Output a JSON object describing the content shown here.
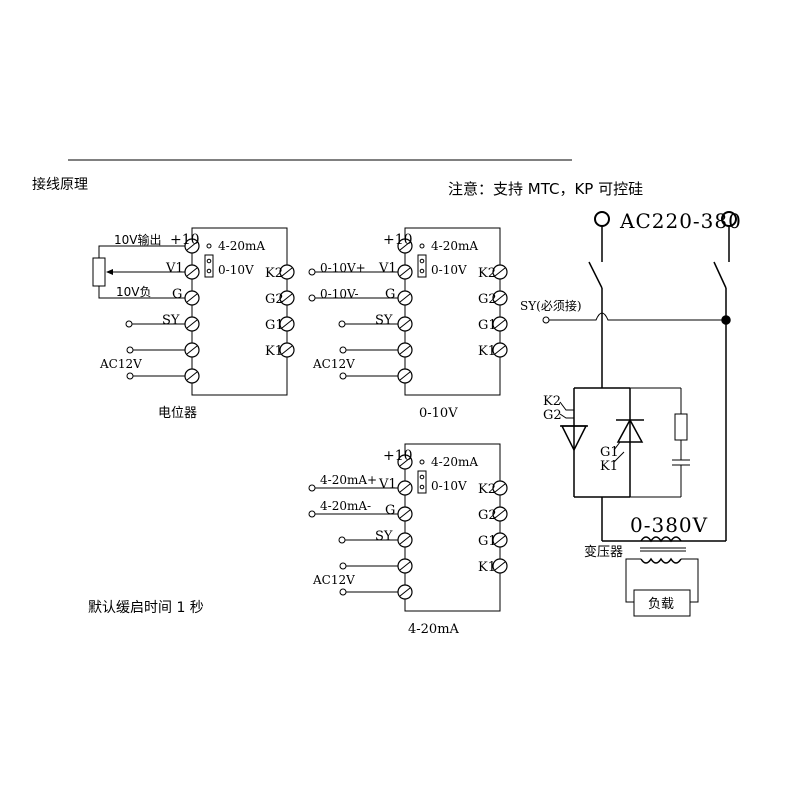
{
  "header": {
    "title": "接线原理",
    "note": "注意：支持 MTC，KP 可控硅",
    "default_soft_start": "默认缓启时间 1 秒"
  },
  "terminal_labels": {
    "left": [
      "+10",
      "V1",
      "G",
      "SY"
    ],
    "right": [
      "K2",
      "G2",
      "G1",
      "K1"
    ],
    "jumper_top": "4-20mA",
    "jumper_bottom": "0-10V",
    "ac": "AC12V"
  },
  "module_pot": {
    "caption": "电位器",
    "out_label": "10V输出",
    "neg_label": "10V负"
  },
  "module_voltage": {
    "caption": "0-10V",
    "plus_label": "0-10V+",
    "minus_label": "0-10V-"
  },
  "module_current": {
    "caption": "4-20mA",
    "plus_label": "4-20mA+",
    "minus_label": "4-20mA-"
  },
  "power_circuit": {
    "supply": "AC220-380",
    "sy_label": "SY(必须接)",
    "k2": "K2",
    "g2": "G2",
    "g1": "G1",
    "k1": "K1",
    "output": "0-380V",
    "transformer": "变压器",
    "load": "负载"
  }
}
